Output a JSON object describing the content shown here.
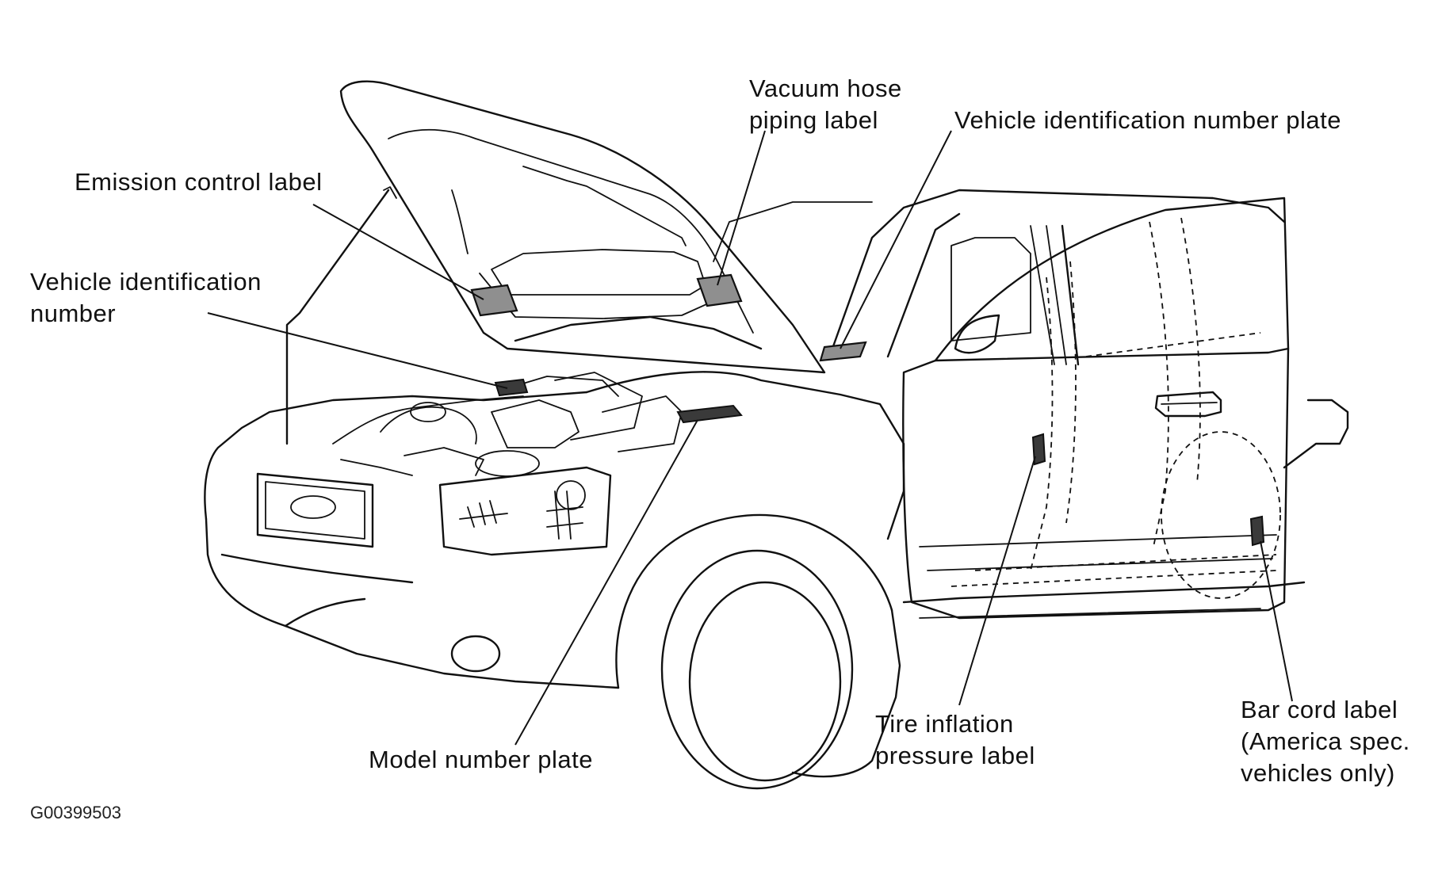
{
  "callouts": {
    "vacuum_hose": [
      "Vacuum hose",
      "piping label"
    ],
    "vin_plate": "Vehicle identification number plate",
    "emission": "Emission control label",
    "vin": [
      "Vehicle identification",
      "number"
    ],
    "model_plate": "Model number plate",
    "tire": [
      "Tire inflation",
      "pressure label"
    ],
    "bar_code": [
      "Bar cord label",
      "(America spec.",
      "vehicles only)"
    ]
  },
  "figure_code": "G00399503"
}
